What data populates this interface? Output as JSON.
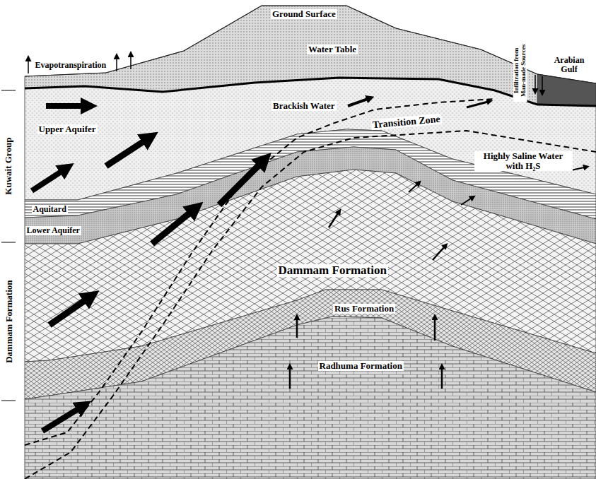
{
  "diagram": {
    "labels": [
      "Ground Surface",
      "Water Table",
      "Evapotranspiration",
      "Infiltration from Man-made Sources",
      "Arabian Gulf",
      "Brackish Water",
      "Upper Aquifer",
      "Transition Zone",
      "Highly Saline Water with H₂S",
      "Aquitard",
      "Lower Aquifer",
      "Dammam Formation",
      "Rus Formation",
      "Radhuma Formation",
      "Kuwait Group",
      "Dammam Formation"
    ]
  }
}
